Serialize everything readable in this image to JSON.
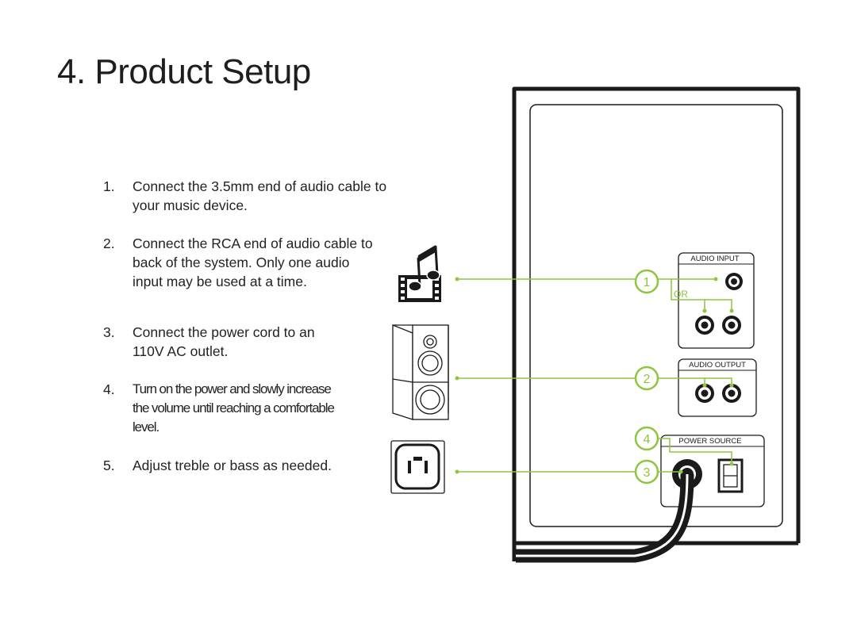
{
  "page": {
    "title": "4. Product Setup"
  },
  "steps": [
    {
      "number": "1.",
      "text": "Connect the 3.5mm end of audio cable to your music device."
    },
    {
      "number": "2.",
      "text": "Connect the RCA end of audio cable to back of the system. Only one audio input may be used at a time."
    },
    {
      "number": "3.",
      "text": "Connect the power cord to an 110V AC outlet."
    },
    {
      "number": "4.",
      "text": "Turn on the power and slowly increase the volume until reaching a comfortable level."
    },
    {
      "number": "5.",
      "text": "Adjust treble or bass as needed."
    }
  ],
  "diagram": {
    "audio_input_label": "AUDIO INPUT",
    "audio_output_label": "AUDIO OUTPUT",
    "power_source_label": "POWER SOURCE",
    "or_label": "OR",
    "callouts": [
      "1",
      "2",
      "3",
      "4"
    ],
    "icons": [
      "music-device-icon",
      "speaker-icon",
      "power-outlet-icon"
    ],
    "colors": {
      "accent": "#8dc63f",
      "line": "#1a1a1a"
    }
  }
}
